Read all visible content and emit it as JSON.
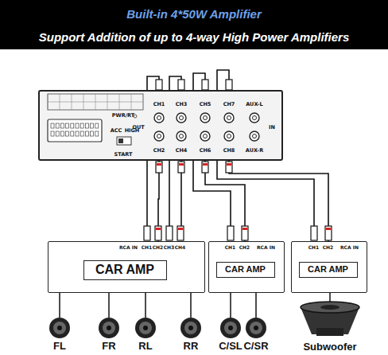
{
  "diagram": {
    "title": "Built-in 4*50W Amplifier",
    "nodes": [
      {
        "text": [
          "CH1",
          "CH3",
          "CH5",
          "CH7",
          "AUX-L",
          "CH2",
          "CH4",
          "CH6",
          "CH8",
          "AUX-R",
          "OUT",
          "IN",
          "PWR/RT",
          "ACC",
          "HIGH",
          "START"
        ]
      },
      {
        "text": [
          "RCA IN",
          "CH1",
          "CH2",
          "CH3",
          "CH4"
        ]
      },
      {
        "text": [
          "CAR AMP"
        ],
        "in": 1
      },
      {
        "text": [
          "CH1",
          "CH2",
          "RCA IN"
        ]
      },
      {
        "text": [
          "CAR AMP"
        ],
        "in": 3
      },
      {
        "text": [
          "CH1",
          "CH2",
          "RCA IN"
        ]
      },
      {
        "text": [
          "CAR AMP"
        ],
        "in": 5
      }
    ],
    "edges": [
      {
        "from": 0,
        "to": 1,
        "arrow": "none"
      },
      {
        "from": 0,
        "to": 3,
        "arrow": "none"
      },
      {
        "from": 0,
        "to": 5,
        "arrow": "none"
      }
    ],
    "labels": [
      "Support Addition of up to 4-way High Power Amplifiers",
      "FL",
      "FR",
      "RL",
      "RR",
      "C/SL",
      "C/SR",
      "Subwoofer"
    ]
  }
}
